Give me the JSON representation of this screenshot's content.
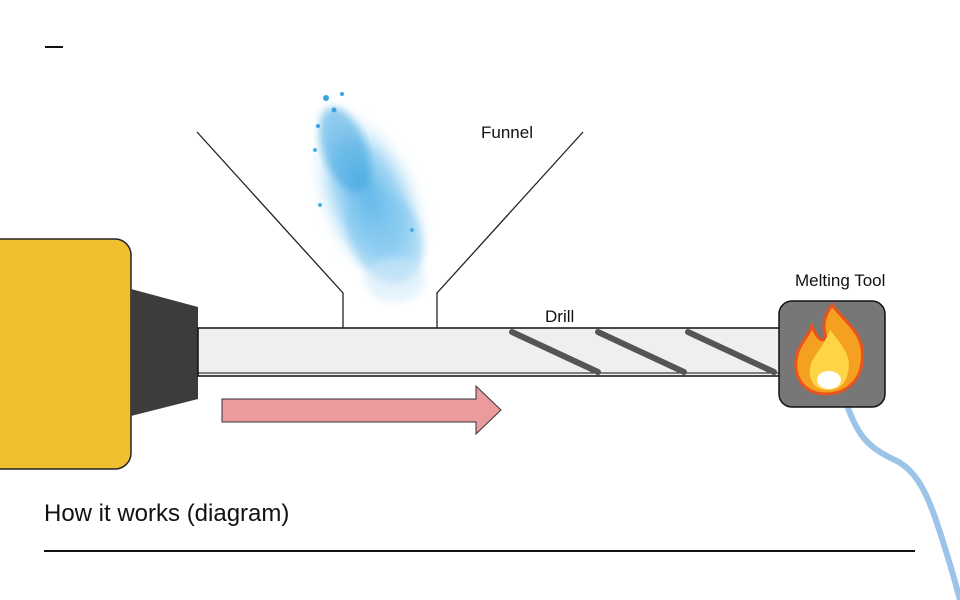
{
  "labels": {
    "funnel": "Funnel",
    "drill": "Drill",
    "melting_tool": "Melting Tool"
  },
  "caption": "How it works (diagram)",
  "colors": {
    "motor_body": "#F0BF30",
    "motor_chuck": "#3C3C3C",
    "barrel": "#EFEFEF",
    "flight": "#555555",
    "arrow": "#EB9A9E",
    "heater": "#777777",
    "filament": "#9BC4E8",
    "powder": "#3AA3E0"
  },
  "icons": {
    "direction": "arrow-right-icon",
    "heat": "fire-icon",
    "material": "powder-cloud-icon"
  }
}
